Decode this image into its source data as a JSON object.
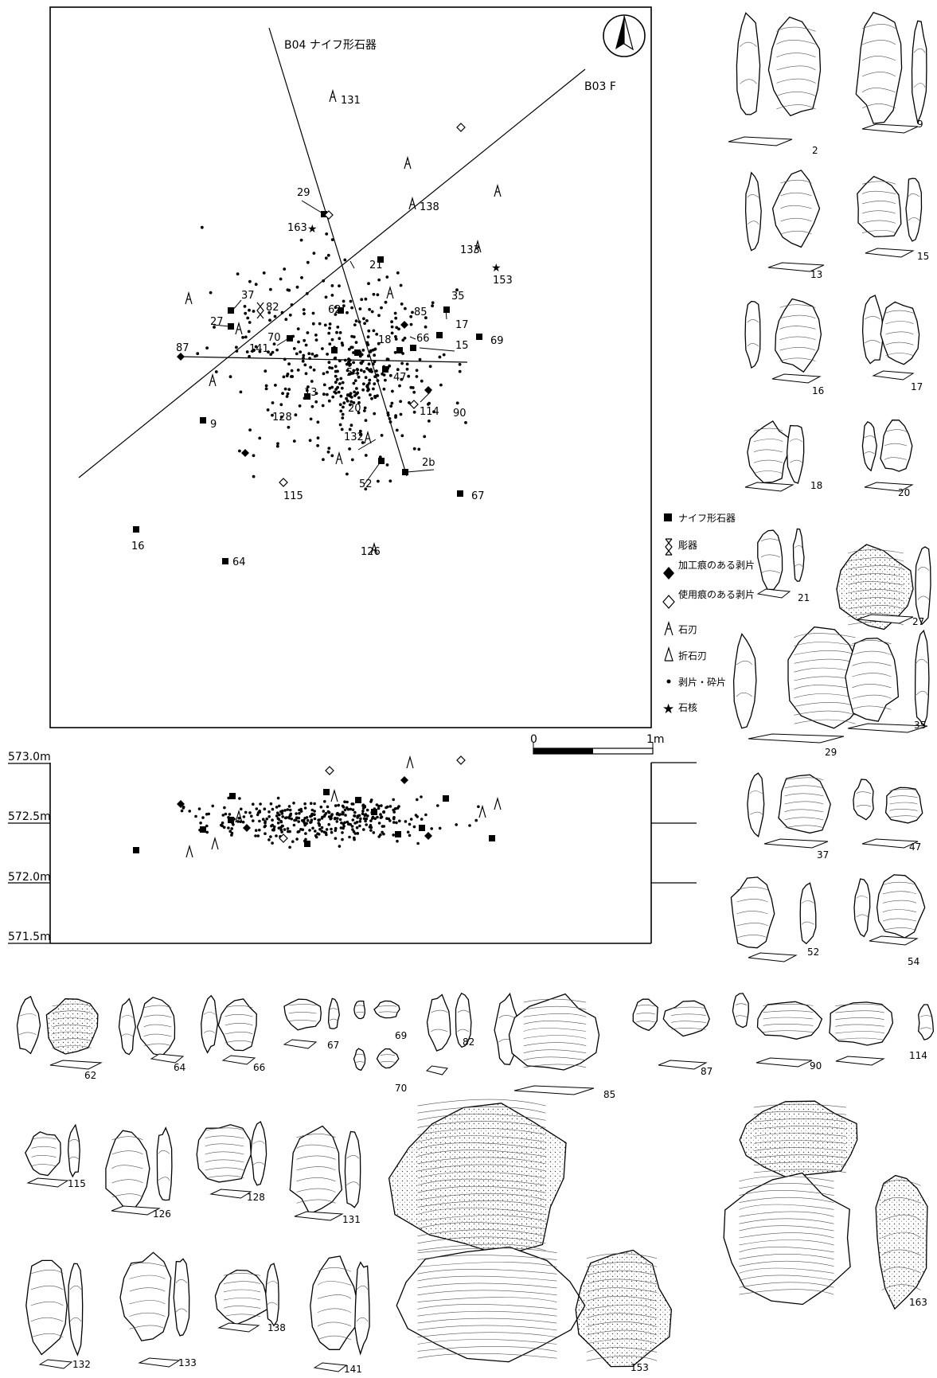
{
  "plan": {
    "line_b04_label": "B04 ナイフ形石器",
    "line_b03_label": "B03 F",
    "scale_zero": "0",
    "scale_one": "1m",
    "point_labels": [
      "131",
      "138",
      "133",
      "153",
      "163",
      "29",
      "21",
      "37",
      "82",
      "35",
      "62",
      "85",
      "27",
      "141",
      "70",
      "17",
      "66",
      "15",
      "69",
      "87",
      "18",
      "54",
      "47",
      "13",
      "20",
      "114",
      "90",
      "128",
      "9",
      "132",
      "2b",
      "52",
      "67",
      "115",
      "16",
      "126",
      "64"
    ]
  },
  "legend": {
    "items": [
      {
        "symbol": "square-filled",
        "label": "ナイフ形石器"
      },
      {
        "symbol": "graver",
        "label": "彫器"
      },
      {
        "symbol": "diamond-filled",
        "label": "加工痕のある剥片"
      },
      {
        "symbol": "diamond-open",
        "label": "使用痕のある剥片"
      },
      {
        "symbol": "blade",
        "label": "石刃"
      },
      {
        "symbol": "broken-blade",
        "label": "折石刃"
      },
      {
        "symbol": "dot",
        "label": "剥片・砕片"
      },
      {
        "symbol": "star",
        "label": "石核"
      }
    ]
  },
  "section": {
    "elevations": [
      "573.0m",
      "572.5m",
      "572.0m",
      "571.5m"
    ]
  },
  "artifacts": {
    "labels": [
      "2",
      "9",
      "13",
      "15",
      "16",
      "17",
      "18",
      "20",
      "21",
      "27",
      "29",
      "35",
      "37",
      "47",
      "52",
      "54",
      "62",
      "64",
      "66",
      "67",
      "69",
      "70",
      "82",
      "85",
      "87",
      "90",
      "114",
      "115",
      "126",
      "128",
      "131",
      "132",
      "133",
      "138",
      "141",
      "153",
      "163"
    ]
  }
}
